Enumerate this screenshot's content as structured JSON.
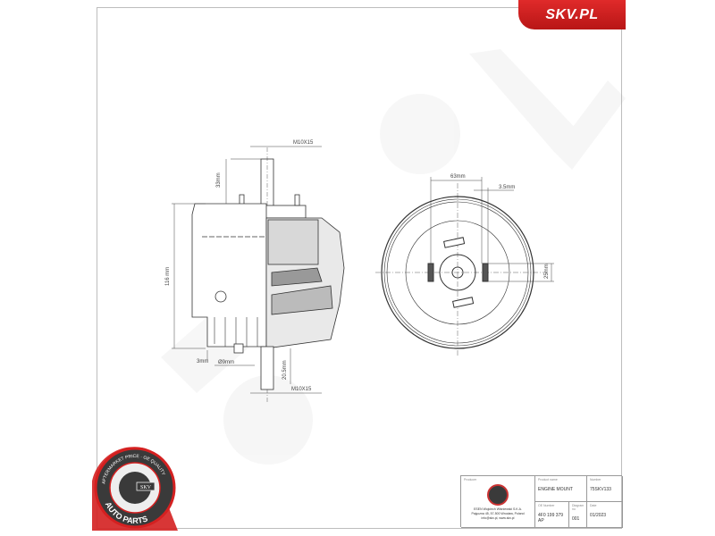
{
  "brand": {
    "label": "SKV.PL",
    "color": "#d42020"
  },
  "drawing": {
    "side_view": {
      "dimensions": {
        "top_thread": "M10X15",
        "top_stud_height": "33mm",
        "overall_height": "116 mm",
        "bottom_offset": "3mm",
        "pin_diameter": "Ø9mm",
        "bottom_stud_height": "20.5mm",
        "bottom_thread": "M10X15"
      }
    },
    "top_view": {
      "dimensions": {
        "pin_spacing": "63mm",
        "pin_width": "3.5mm",
        "pin_length": "25mm"
      }
    }
  },
  "title_block": {
    "producer_label": "Producer",
    "producer_address": [
      "ESEN Wojciech Wiśniewski S.K.A.",
      "Pajęczna 45, 57-500 Wrocław, Poland",
      "info@skv.pl, www.skv.pl"
    ],
    "product_name_label": "Product name",
    "product_name": "ENGINE MOUNT",
    "number_label": "Number",
    "number": "75SKV133",
    "oe_number_label": "OE Number",
    "oe_number": "4F0 199 379 AP",
    "diagram_no_label": "Diagram no",
    "diagram_no": "001",
    "date_label": "Date",
    "date": "01/2023"
  },
  "badge": {
    "top_text": "AFTERMARKET PRICE · OE QUALITY",
    "center_text": "SKV",
    "bottom_text": "AUTO PARTS",
    "ring_color": "#d42020",
    "inner_color": "#3a3a3a"
  }
}
